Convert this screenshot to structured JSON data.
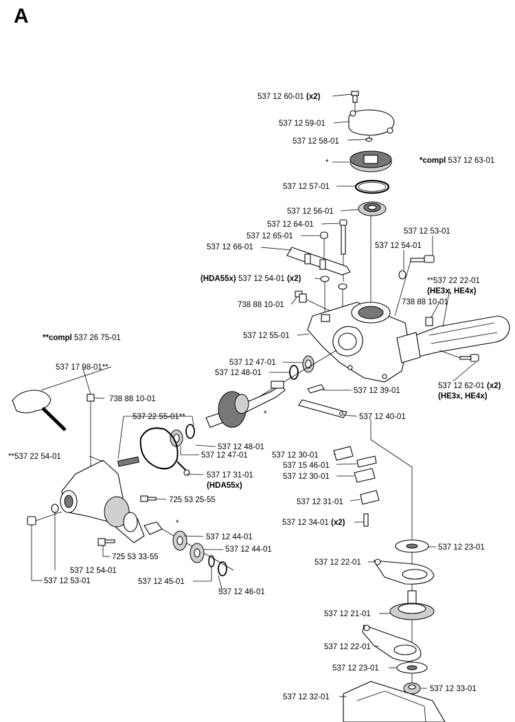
{
  "section_letter": "A",
  "labels": {
    "p_537126001": "537 12 60-01",
    "p_537126001_qty": "(x2)",
    "p_537125901": "537 12 59-01",
    "p_537125801": "537 12 58-01",
    "star_gear": "*",
    "compl_prefix": "*compl",
    "compl_537126301": "537 12 63-01",
    "p_537125701": "537 12 57-01",
    "p_537125601": "537 12 56-01",
    "p_537126401": "537 12 64-01",
    "p_537125301_top": "537 12 53-01",
    "p_537126501": "537 12 65-01",
    "p_537126601": "537 12 66-01",
    "p_537125401_right": "537 12 54-01",
    "hda_prefix": "(HDA55x)",
    "p_537125401_hda": "537 12 54-01",
    "p_537125401_hda_qty": "(x2)",
    "p_537222201": "**537 22 22-01",
    "he_variant_1": "(HE3x, HE4x)",
    "p_738881001_a": "738 88 10-01",
    "p_738881001_b": "738 88 10-01",
    "p_537125501": "537 12 55-01",
    "compl2_prefix": "**compl",
    "compl_537267501": "537 26 75-01",
    "p_537124701_a": "537 12 47-01",
    "p_537124801_a": "537 12 48-01",
    "p_537126201": "537 12 62-01",
    "p_537126201_qty": "(x2)",
    "he_variant_2": "(HE3x, HE4x)",
    "p_537179801": "537 17 98-01**",
    "p_537123901": "537 12 39-01",
    "p_738881001_c": "738 88 10-01",
    "p_537225501": "537 22 55-01**",
    "star_bevel": "*",
    "p_537124001": "537 12 40-01",
    "p_537124801_b": "537 12 48-01",
    "p_537224501_left": "**537 22 54-01",
    "p_537124701_b": "537 12 47-01",
    "p_537123001_a": "537 12 30-01",
    "p_537154601": "537 15 46-01",
    "p_537173101": "537 17 31-01",
    "hda_variant": "(HDA55x)",
    "p_537123001_b": "537 12 30-01",
    "p_725532555": "725 53 25-55",
    "p_537123101": "537 12 31-01",
    "star_pinion": "*",
    "p_537123401": "537 12 34-01",
    "p_537123401_qty": "(x2)",
    "p_537124401_a": "537 12 44-01",
    "p_725533355": "725 53 33-55",
    "p_537124401_b": "537 12 44-01",
    "p_537123201_top": "537 12 23-01",
    "p_537122201_a": "537 12 22-01",
    "p_537125401_left": "537 12 54-01",
    "p_537125301_left": "537 12 53-01",
    "p_537124501": "537 12 45-01",
    "p_537124601": "537 12 46-01",
    "p_537122101": "537 12 21-01",
    "p_537122201_b": "537 12 22-01",
    "p_537122301_b": "537 12 23-01",
    "p_537123301": "537 12 33-01",
    "p_537123201": "537 12 32-01"
  }
}
